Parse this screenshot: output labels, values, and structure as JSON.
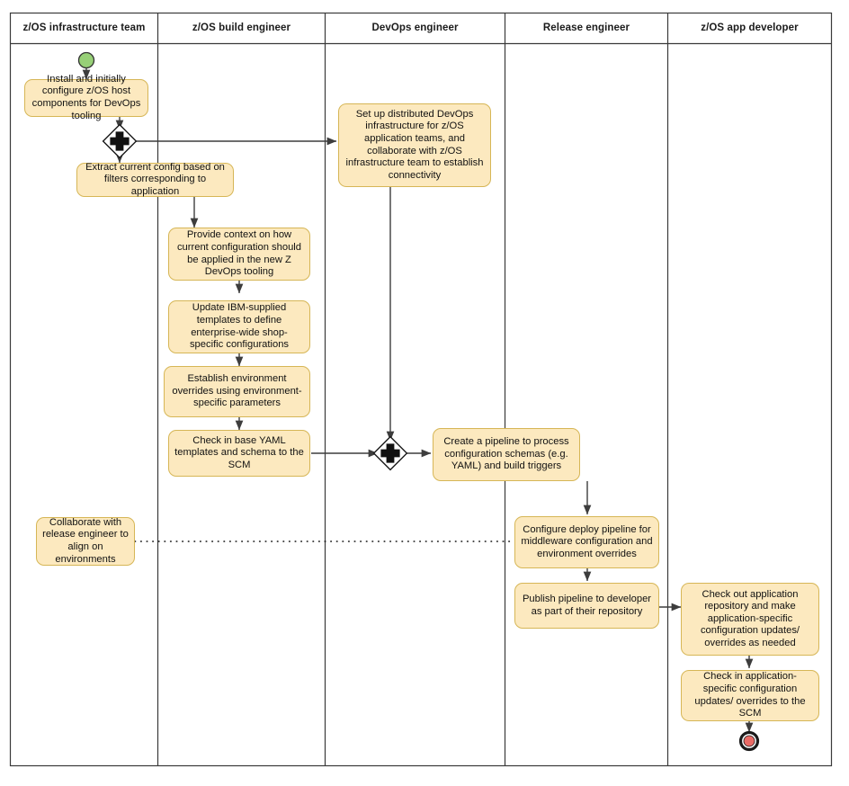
{
  "diagram": {
    "type": "swimlane-activity-diagram",
    "title": "z/OS DevOps configuration management flow",
    "colors": {
      "node_fill": "#fce9bf",
      "node_border": "#d6b656",
      "lane_border": "#3a3a3a",
      "start_node": "#97d077",
      "end_node": "#ea6b66",
      "connector": "#4d4d4d",
      "background": "#ffffff"
    },
    "lanes": [
      {
        "id": "lane-zos-infrastructure-team",
        "label": "z/OS infrastructure team"
      },
      {
        "id": "lane-zos-build-engineer",
        "label": "z/OS build engineer"
      },
      {
        "id": "lane-devops-engineer",
        "label": "DevOps engineer"
      },
      {
        "id": "lane-release-engineer",
        "label": "Release engineer"
      },
      {
        "id": "lane-zos-app-developer",
        "label": "z/OS app developer"
      }
    ],
    "nodes": [
      {
        "id": "start",
        "kind": "start-node",
        "lane": "z/OS infrastructure team",
        "label": ""
      },
      {
        "id": "install",
        "kind": "activity",
        "lane": "z/OS infrastructure team",
        "label": "Install and initially configure z/OS host components for DevOps tooling"
      },
      {
        "id": "fork1",
        "kind": "fork-gateway",
        "lane": "z/OS infrastructure team",
        "label": ""
      },
      {
        "id": "extract",
        "kind": "activity",
        "lane": "z/OS infrastructure team",
        "label": "Extract current config based on filters corresponding to application"
      },
      {
        "id": "setup-distributed",
        "kind": "activity",
        "lane": "DevOps engineer",
        "label": "Set up distributed DevOps infrastructure for z/OS application teams, and collaborate with z/OS infrastructure team to establish connectivity"
      },
      {
        "id": "provide-context",
        "kind": "activity",
        "lane": "z/OS build engineer",
        "label": "Provide context on how current configuration should be applied in the new Z DevOps tooling"
      },
      {
        "id": "update-templates",
        "kind": "activity",
        "lane": "z/OS build engineer",
        "label": "Update IBM-supplied templates to define enterprise-wide shop-specific configurations"
      },
      {
        "id": "establish-env",
        "kind": "activity",
        "lane": "z/OS build engineer",
        "label": "Establish environment overrides using environment-specific parameters"
      },
      {
        "id": "checkin-yaml",
        "kind": "activity",
        "lane": "z/OS build engineer",
        "label": "Check in base YAML templates and schema to the SCM"
      },
      {
        "id": "join1",
        "kind": "join-gateway",
        "lane": "DevOps engineer",
        "label": ""
      },
      {
        "id": "create-pipeline",
        "kind": "activity",
        "lane": "DevOps engineer",
        "label": "Create a pipeline to process configuration schemas (e.g. YAML) and build triggers"
      },
      {
        "id": "collaborate",
        "kind": "activity",
        "lane": "z/OS infrastructure team",
        "label": "Collaborate with release engineer to align on environments"
      },
      {
        "id": "configure-deploy",
        "kind": "activity",
        "lane": "Release engineer",
        "label": "Configure deploy pipeline for middleware configuration and environment overrides"
      },
      {
        "id": "publish-pipeline",
        "kind": "activity",
        "lane": "Release engineer",
        "label": "Publish pipeline to developer as part of their repository"
      },
      {
        "id": "checkout-app",
        "kind": "activity",
        "lane": "z/OS app developer",
        "label": "Check out application repository and make application-specific configuration updates/ overrides as needed"
      },
      {
        "id": "checkin-app",
        "kind": "activity",
        "lane": "z/OS app developer",
        "label": "Check in application-specific configuration updates/ overrides to the SCM"
      },
      {
        "id": "end",
        "kind": "end-node",
        "lane": "z/OS app developer",
        "label": ""
      }
    ],
    "edges": [
      {
        "from": "start",
        "to": "install",
        "style": "solid"
      },
      {
        "from": "install",
        "to": "fork1",
        "style": "solid"
      },
      {
        "from": "fork1",
        "to": "extract",
        "style": "solid"
      },
      {
        "from": "fork1",
        "to": "setup-distributed",
        "style": "solid"
      },
      {
        "from": "extract",
        "to": "provide-context",
        "style": "solid"
      },
      {
        "from": "provide-context",
        "to": "update-templates",
        "style": "solid"
      },
      {
        "from": "update-templates",
        "to": "establish-env",
        "style": "solid"
      },
      {
        "from": "establish-env",
        "to": "checkin-yaml",
        "style": "solid"
      },
      {
        "from": "checkin-yaml",
        "to": "join1",
        "style": "solid"
      },
      {
        "from": "setup-distributed",
        "to": "join1",
        "style": "solid"
      },
      {
        "from": "join1",
        "to": "create-pipeline",
        "style": "solid"
      },
      {
        "from": "create-pipeline",
        "to": "configure-deploy",
        "style": "solid"
      },
      {
        "from": "collaborate",
        "to": "configure-deploy",
        "style": "dotted"
      },
      {
        "from": "configure-deploy",
        "to": "publish-pipeline",
        "style": "solid"
      },
      {
        "from": "publish-pipeline",
        "to": "checkout-app",
        "style": "solid"
      },
      {
        "from": "checkout-app",
        "to": "checkin-app",
        "style": "solid"
      },
      {
        "from": "checkin-app",
        "to": "end",
        "style": "solid"
      }
    ]
  }
}
